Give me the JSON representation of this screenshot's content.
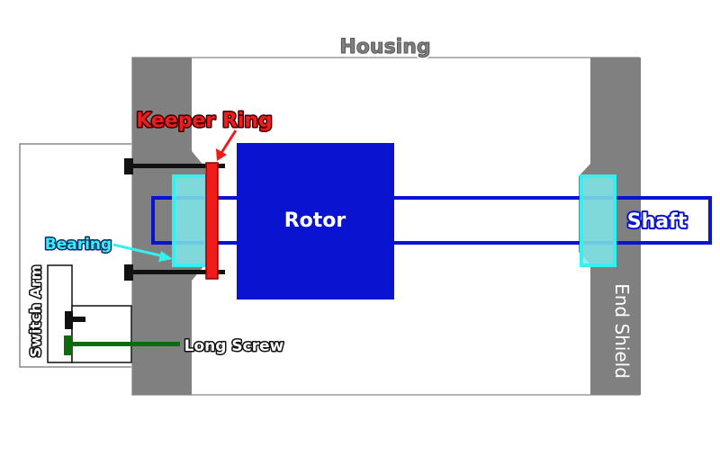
{
  "labels": {
    "housing": "Housing",
    "keeper_ring": "Keeper Ring",
    "rotor": "Rotor",
    "shaft": "Shaft",
    "bearing": "Bearing",
    "switch_arm": "Switch Arm",
    "long_screw": "Long Screw",
    "end_shield": "End Shield"
  },
  "colors": {
    "housing": "#808080",
    "housing_outline": "#b4b4b4",
    "rotor": "#0a14d0",
    "shaft": "#0a14d0",
    "bearing": "#7fe8ea",
    "bearing_border": "#34f0f0",
    "keeper_ring": "#ee1c1c",
    "long_screw": "#0d6b0d",
    "bolt": "#111111"
  }
}
